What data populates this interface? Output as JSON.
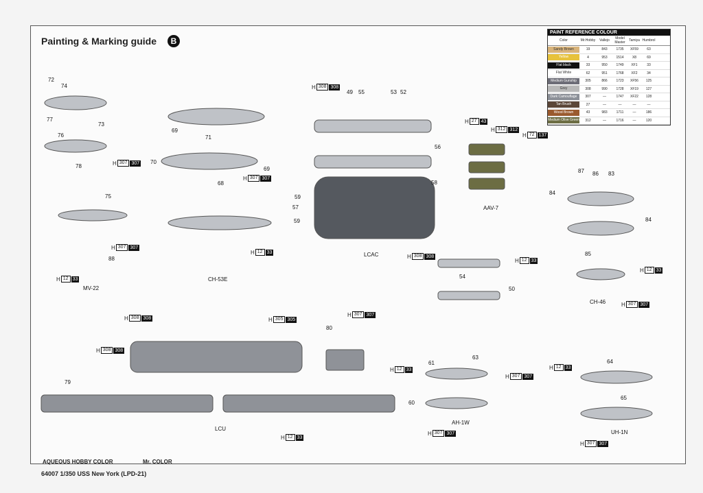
{
  "title": "Painting & Marking guide",
  "section_mark": "B",
  "paint_table": {
    "header": "PAINT REFERENCE COLOUR",
    "columns": [
      "Color",
      "Mr.Hobby",
      "Vallejo",
      "Model Master",
      "Tamiya",
      "Humbrol"
    ],
    "rows": [
      {
        "name": "Sandy Brown",
        "color": "#d8b37a",
        "text": "#333",
        "code": "19",
        "vallejo": "843",
        "mm": "1735",
        "tamiya": "XF59",
        "humbrol": "63"
      },
      {
        "name": "Yellow",
        "color": "#e7c23b",
        "text": "#fff",
        "code": "4",
        "vallejo": "953",
        "mm": "1514",
        "tamiya": "X8",
        "humbrol": "69"
      },
      {
        "name": "Flat black",
        "color": "#111111",
        "text": "#fff",
        "code": "33",
        "vallejo": "950",
        "mm": "1749",
        "tamiya": "XF1",
        "humbrol": "33"
      },
      {
        "name": "Flat White",
        "color": "#ffffff",
        "text": "#333",
        "code": "62",
        "vallejo": "951",
        "mm": "1768",
        "tamiya": "XF2",
        "humbrol": "34"
      },
      {
        "name": "Medium Gunship Grey",
        "color": "#6d6d77",
        "text": "#fff",
        "code": "305",
        "vallejo": "866",
        "mm": "1723",
        "tamiya": "XF56",
        "humbrol": "125"
      },
      {
        "name": "Grey",
        "color": "#b8b8b8",
        "text": "#333",
        "code": "308",
        "vallejo": "990",
        "mm": "1728",
        "tamiya": "XF19",
        "humbrol": "127"
      },
      {
        "name": "Dark Camouflage Gray",
        "color": "#8b8f97",
        "text": "#fff",
        "code": "307",
        "vallejo": "—",
        "mm": "1747",
        "tamiya": "XF22",
        "humbrol": "128"
      },
      {
        "name": "Tan Brush",
        "color": "#5b4638",
        "text": "#fff",
        "code": "27",
        "vallejo": "—",
        "mm": "—",
        "tamiya": "—",
        "humbrol": "—"
      },
      {
        "name": "Wood Brown",
        "color": "#9a5a2e",
        "text": "#fff",
        "code": "43",
        "vallejo": "983",
        "mm": "1711",
        "tamiya": "—",
        "humbrol": "186"
      },
      {
        "name": "Medium Olive Green",
        "color": "#6c6d43",
        "text": "#fff",
        "code": "312",
        "vallejo": "—",
        "mm": "1716",
        "tamiya": "—",
        "humbrol": "120"
      }
    ]
  },
  "labels": {
    "mv22": "MV-22",
    "ch53e": "CH-53E",
    "lcac": "LCAC",
    "aav7": "AAV-7",
    "ch46": "CH-46",
    "lcu": "LCU",
    "ah1w": "AH-1W",
    "uh1n": "UH-1N"
  },
  "numbers": [
    "72",
    "74",
    "77",
    "76",
    "73",
    "78",
    "75",
    "88",
    "69",
    "71",
    "70",
    "68",
    "69",
    "49",
    "55",
    "53",
    "52",
    "56",
    "59",
    "57",
    "59",
    "58",
    "87",
    "86",
    "83",
    "84",
    "84",
    "85",
    "54",
    "50",
    "80",
    "79",
    "61",
    "63",
    "60",
    "64",
    "65"
  ],
  "codes": {
    "c307": {
      "h": "H",
      "a": "307",
      "b": "307"
    },
    "c33": {
      "h": "H",
      "a": "12",
      "b": "33"
    },
    "c308": {
      "h": "H",
      "a": "308",
      "b": "308"
    },
    "c305": {
      "h": "H",
      "a": "305",
      "b": "305"
    },
    "c43": {
      "h": "H",
      "a": "27",
      "b": "43"
    },
    "c312": {
      "h": "H",
      "a": "312",
      "b": "312"
    },
    "c137": {
      "h": "H",
      "a": "72",
      "b": "137"
    }
  },
  "footer": {
    "aqueous": "AQUEOUS HOBBY COLOR",
    "mr": "Mr. COLOR",
    "product": "64007  1/350  USS New York (LPD-21)"
  }
}
